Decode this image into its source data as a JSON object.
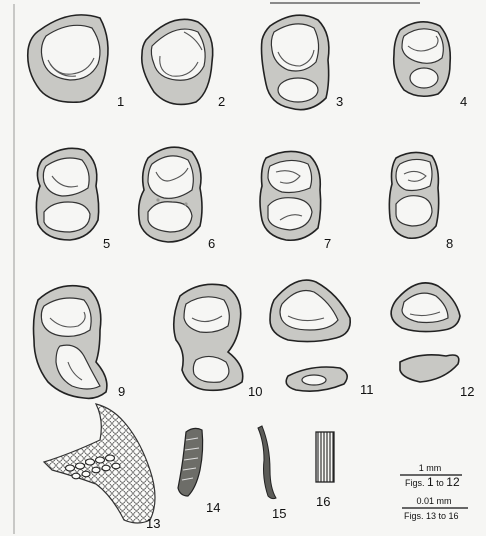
{
  "figures": [
    {
      "n": "1",
      "shape": "single-chamber"
    },
    {
      "n": "2",
      "shape": "single-chamber"
    },
    {
      "n": "3",
      "shape": "two-chamber-unequal"
    },
    {
      "n": "4",
      "shape": "two-chamber-unequal"
    },
    {
      "n": "5",
      "shape": "two-chamber"
    },
    {
      "n": "6",
      "shape": "two-chamber"
    },
    {
      "n": "7",
      "shape": "two-chamber-elongate"
    },
    {
      "n": "8",
      "shape": "two-chamber-elongate"
    },
    {
      "n": "9",
      "shape": "hooked"
    },
    {
      "n": "10",
      "shape": "hooked"
    },
    {
      "n": "11",
      "shape": "triangular-with-separate-piece"
    },
    {
      "n": "12",
      "shape": "triangular-with-separate-piece"
    },
    {
      "n": "13",
      "shape": "cellular-tissue-detail"
    },
    {
      "n": "14",
      "shape": "sclerified-strand"
    },
    {
      "n": "15",
      "shape": "thin-strand"
    },
    {
      "n": "16",
      "shape": "ladder-like-vessel"
    }
  ],
  "scale_bars": [
    {
      "value": "1 mm",
      "caption_prefix": "Figs.",
      "caption_from": "1",
      "caption_to_word": "to",
      "caption_to": "12"
    },
    {
      "value": "0.01 mm",
      "caption": "Figs. 13 to 16"
    }
  ]
}
